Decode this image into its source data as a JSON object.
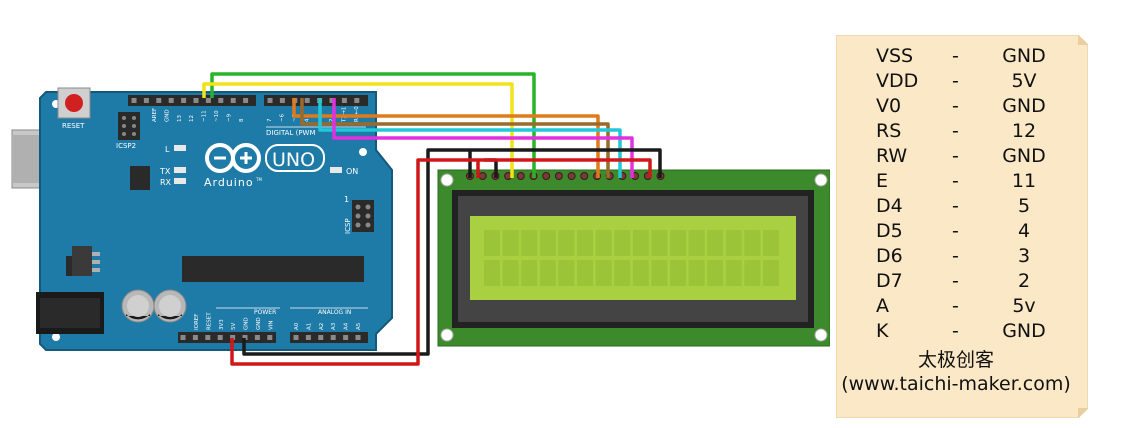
{
  "arduino": {
    "reset_label": "RESET",
    "icsp2_label": "ICSP2",
    "icsp_label": "ICSP",
    "brand": "Arduino",
    "tm": "TM",
    "model": "UNO",
    "digital_label": "DIGITAL (PWM",
    "power_label": "POWER",
    "analog_label": "ANALOG IN",
    "led_l": "L",
    "led_tx": "TX",
    "led_rx": "RX",
    "led_on": "ON",
    "icsp_one": "1",
    "top_pins": [
      "AREF",
      "GND",
      "13",
      "12",
      "~11",
      "~10",
      "~9",
      "8",
      "7",
      "~6",
      "~5",
      "4",
      "~3",
      "2",
      "TX→1",
      "RX←0"
    ],
    "power_pins": [
      "IOREF",
      "RESET",
      "3V3",
      "5V",
      "GND",
      "GND",
      "VIN"
    ],
    "analog_pins": [
      "A0",
      "A1",
      "A2",
      "A3",
      "A4",
      "A5"
    ]
  },
  "connections": {
    "title": "",
    "rows": [
      {
        "lcd": "VSS",
        "dash": "-",
        "arduino": "GND"
      },
      {
        "lcd": "VDD",
        "dash": "-",
        "arduino": "5V"
      },
      {
        "lcd": "V0",
        "dash": "-",
        "arduino": "GND"
      },
      {
        "lcd": "RS",
        "dash": "-",
        "arduino": "12"
      },
      {
        "lcd": "RW",
        "dash": "-",
        "arduino": "GND"
      },
      {
        "lcd": "E",
        "dash": "-",
        "arduino": "11"
      },
      {
        "lcd": "D4",
        "dash": "-",
        "arduino": "5"
      },
      {
        "lcd": "D5",
        "dash": "-",
        "arduino": "4"
      },
      {
        "lcd": "D6",
        "dash": "-",
        "arduino": "3"
      },
      {
        "lcd": "D7",
        "dash": "-",
        "arduino": "2"
      },
      {
        "lcd": "A",
        "dash": "-",
        "arduino": "5v"
      },
      {
        "lcd": "K",
        "dash": "-",
        "arduino": "GND"
      }
    ],
    "brand_cn": "太极创客",
    "website": "(www.taichi-maker.com)"
  },
  "colors": {
    "board": "#1e7aa6",
    "board_dark": "#15597a",
    "lcd_pcb": "#3c8a2c",
    "lcd_screen": "#a8d040",
    "note_bg": "#fbe8c6",
    "wire_red": "#d01818",
    "wire_black": "#1a1a1a",
    "wire_yellow": "#f2e21a",
    "wire_green": "#28b428",
    "wire_orange": "#e07a1a",
    "wire_brown": "#9a6a2a",
    "wire_cyan": "#22c8d8",
    "wire_magenta": "#e030e0"
  }
}
